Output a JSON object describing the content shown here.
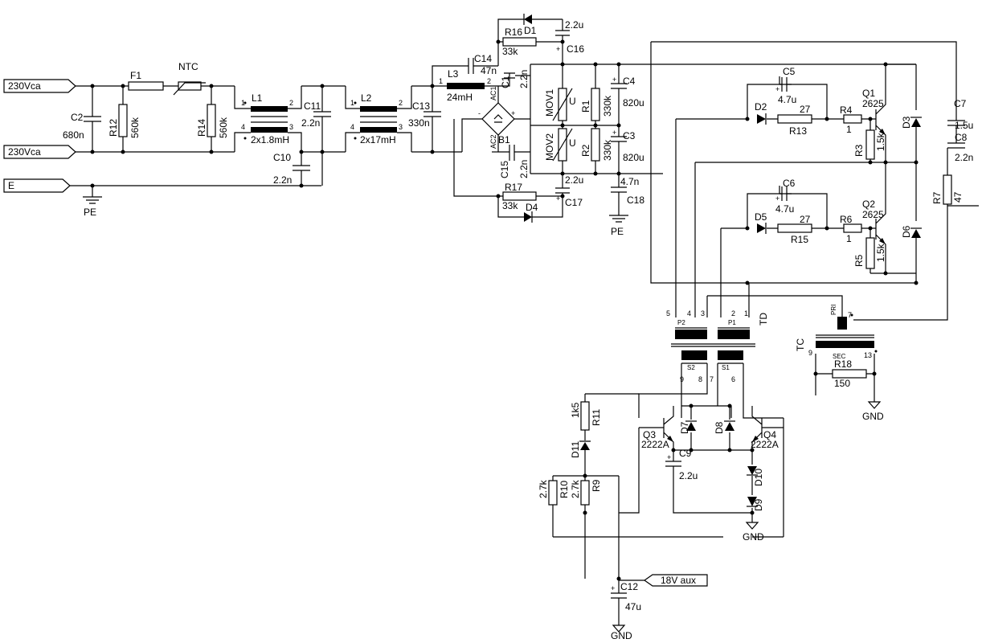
{
  "ports": {
    "line_top": "230Vca",
    "line_bottom": "230Vca",
    "earth": "E",
    "aux": "18V aux"
  },
  "grounds": {
    "pe": "PE",
    "gnd": "GND"
  },
  "parts": {
    "F1": "F1",
    "NTC": "NTC",
    "C2": "C2",
    "C2v": "680n",
    "R12": "R12",
    "R12v": "560k",
    "R14": "R14",
    "R14v": "560k",
    "L1": "L1",
    "L1v": "2x1.8mH",
    "C11": "C11",
    "C11v": "2.2n",
    "C10": "C10",
    "C10v": "2.2n",
    "L2": "L2",
    "L2v": "2x17mH",
    "C13": "C13",
    "C13v": "330n",
    "C14": "C14",
    "C14v": "47n",
    "L3": "L3",
    "L3v": "24mH",
    "C1": "C1",
    "C1v": "2.2n",
    "C15": "C15",
    "C15v": "2.2n",
    "B1": "B1",
    "AC1": "AC1",
    "AC2": "AC2",
    "R16": "R16",
    "R16v": "33k",
    "D1": "D1",
    "C16": "C16",
    "C16v": "2.2u",
    "R17": "R17",
    "R17v": "33k",
    "D4": "D4",
    "C17": "C17",
    "C17v": "2.2u",
    "MOV1": "MOV1",
    "MOV2": "MOV2",
    "U": "U",
    "R1": "R1",
    "R1v": "330k",
    "R2": "R2",
    "R2v": "330k",
    "C4": "C4",
    "C4v": "820u",
    "C3": "C3",
    "C3v": "820u",
    "C18": "C18",
    "C18v": "4.7n",
    "C5": "C5",
    "C5v": "4.7u",
    "D2": "D2",
    "R13": "R13",
    "R13v": "27",
    "R4": "R4",
    "R4v": "1",
    "R3": "R3",
    "R3v": "1.5k",
    "Q1": "Q1",
    "Q1v": "2625",
    "D3": "D3",
    "C6": "C6",
    "C6v": "4.7u",
    "D5": "D5",
    "R15": "R15",
    "R15v": "27",
    "R6": "R6",
    "R6v": "1",
    "R5": "R5",
    "R5v": "1.5k",
    "Q2": "Q2",
    "Q2v": "2625",
    "D6": "D6",
    "C7": "C7",
    "C7v": "1.5u",
    "C8": "C8",
    "C8v": "2.2n",
    "R7": "R7",
    "R7v": "47",
    "TD": "TD",
    "P1": "P1",
    "P2": "P2",
    "S1": "S1",
    "S2": "S2",
    "TC": "TC",
    "PRI": "PRI",
    "SEC": "SEC",
    "R18": "R18",
    "R18v": "150",
    "R11": "R11",
    "R11v": "1k5",
    "D11": "D11",
    "R10": "R10",
    "R10v": "2.7k",
    "R9": "R9",
    "R9v": "2.7k",
    "Q3": "Q3",
    "Q3v": "2222A",
    "Q4": "Q4",
    "Q4v": "2222A",
    "D7": "D7",
    "D8": "D8",
    "C9": "C9",
    "C9v": "2.2u",
    "D10": "D10",
    "D9": "D9",
    "C12": "C12",
    "C12v": "47u"
  },
  "pins": {
    "p1": "1",
    "p2": "2",
    "p3": "3",
    "p4": "4",
    "p5": "5",
    "p6": "6",
    "p7": "7",
    "p8": "8",
    "p9": "9",
    "p13": "13",
    "plus": "+",
    "minus": "-",
    "tilde": "~"
  }
}
